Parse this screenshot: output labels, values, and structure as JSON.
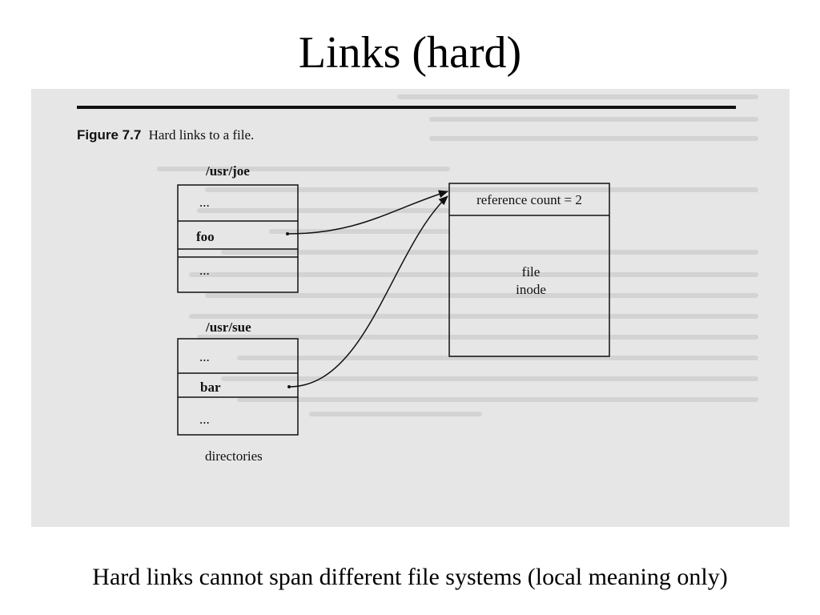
{
  "slide": {
    "title": "Links (hard)",
    "caption": "Hard links cannot span different file systems (local meaning only)"
  },
  "figure": {
    "number": "Figure 7.7",
    "caption": "Hard links to a file.",
    "directories": [
      {
        "name": "/usr/joe",
        "entries": [
          "...",
          "foo",
          "..."
        ],
        "linked_entry": "foo"
      },
      {
        "name": "/usr/sue",
        "entries": [
          "...",
          "bar",
          "..."
        ],
        "linked_entry": "bar"
      }
    ],
    "directories_label": "directories",
    "inode": {
      "header": "reference count = 2",
      "line1": "file",
      "line2": "inode"
    }
  },
  "colors": {
    "scan_background": "#e6e6e6",
    "ink": "#111111",
    "bleed_text": "#b4b4b4"
  }
}
